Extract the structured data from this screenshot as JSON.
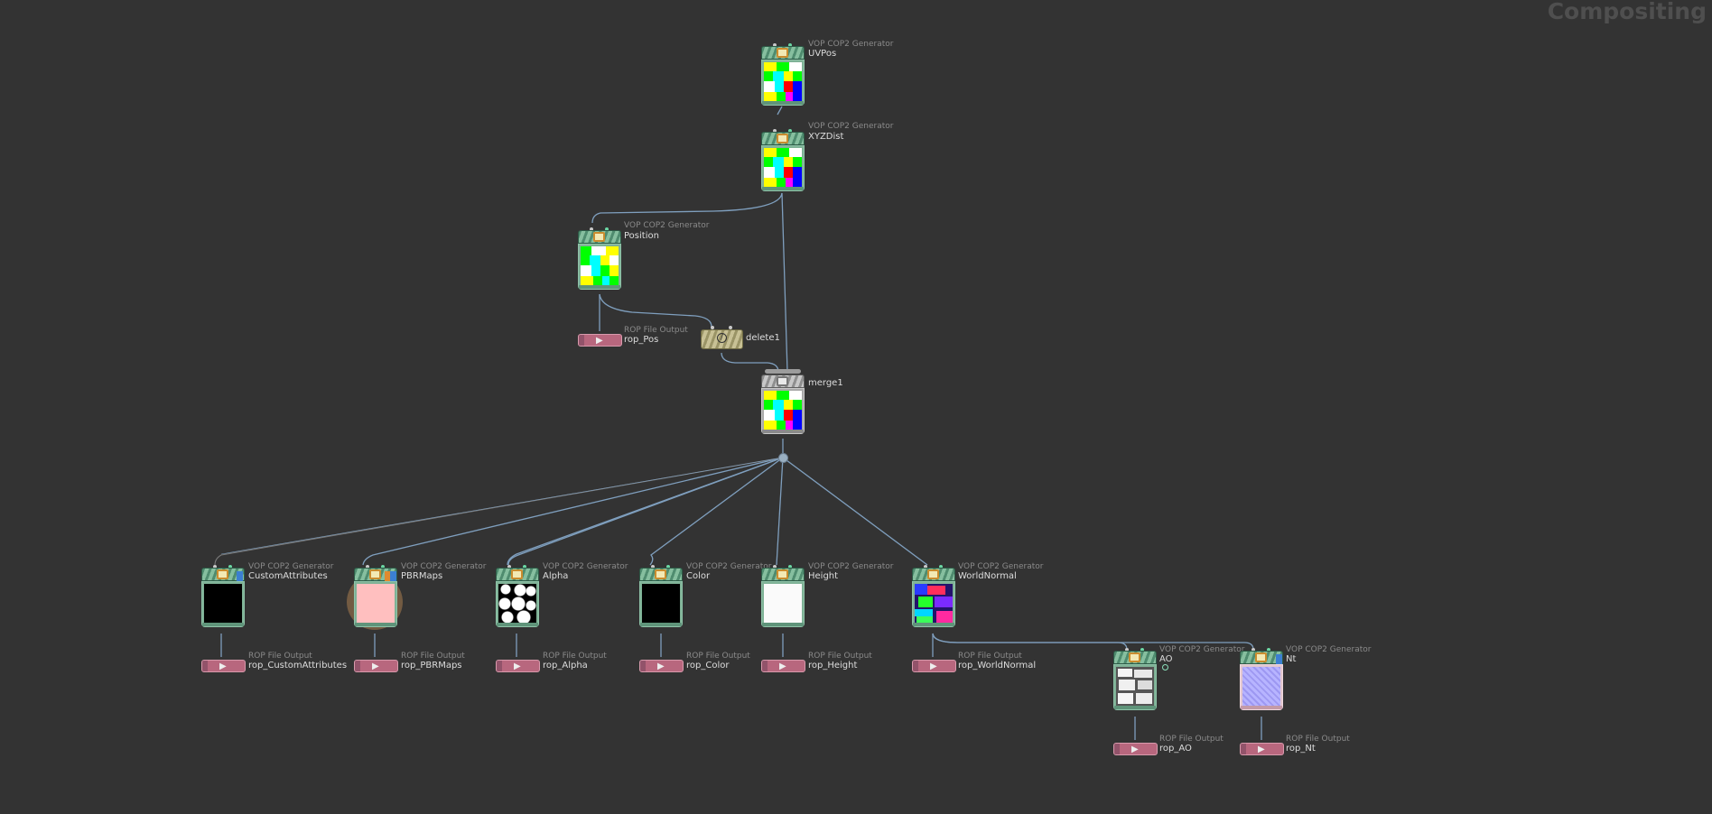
{
  "network": {
    "context_label": "Compositing",
    "nodes": {
      "uvpos": {
        "type_label": "VOP COP2 Generator",
        "name": "UVPos"
      },
      "xyzdist": {
        "type_label": "VOP COP2 Generator",
        "name": "XYZDist"
      },
      "position": {
        "type_label": "VOP COP2 Generator",
        "name": "Position"
      },
      "rop_pos": {
        "type_label": "ROP File Output",
        "name": "rop_Pos"
      },
      "delete1": {
        "name": "delete1"
      },
      "merge1": {
        "name": "merge1"
      },
      "customattributes": {
        "type_label": "VOP COP2 Generator",
        "name": "CustomAttributes"
      },
      "pbrmaps": {
        "type_label": "VOP COP2 Generator",
        "name": "PBRMaps"
      },
      "alpha": {
        "type_label": "VOP COP2 Generator",
        "name": "Alpha"
      },
      "color": {
        "type_label": "VOP COP2 Generator",
        "name": "Color"
      },
      "height": {
        "type_label": "VOP COP2 Generator",
        "name": "Height"
      },
      "worldnormal": {
        "type_label": "VOP COP2 Generator",
        "name": "WorldNormal"
      },
      "ao": {
        "type_label": "VOP COP2 Generator",
        "name": "AO"
      },
      "nt": {
        "type_label": "VOP COP2 Generator",
        "name": "Nt"
      },
      "rop_customattributes": {
        "type_label": "ROP File Output",
        "name": "rop_CustomAttributes"
      },
      "rop_pbrmaps": {
        "type_label": "ROP File Output",
        "name": "rop_PBRMaps"
      },
      "rop_alpha": {
        "type_label": "ROP File Output",
        "name": "rop_Alpha"
      },
      "rop_color": {
        "type_label": "ROP File Output",
        "name": "rop_Color"
      },
      "rop_height": {
        "type_label": "ROP File Output",
        "name": "rop_Height"
      },
      "rop_worldnormal": {
        "type_label": "ROP File Output",
        "name": "rop_WorldNormal"
      },
      "rop_ao": {
        "type_label": "ROP File Output",
        "name": "rop_AO"
      },
      "rop_nt": {
        "type_label": "ROP File Output",
        "name": "rop_Nt"
      }
    },
    "colors": {
      "background": "#333333",
      "wire": "#7f9fbe",
      "generator_node": "#86bf9f",
      "rop_node": "#b8677e",
      "delete_node": "#c8c195",
      "merge_node": "#c7c7c7"
    }
  }
}
